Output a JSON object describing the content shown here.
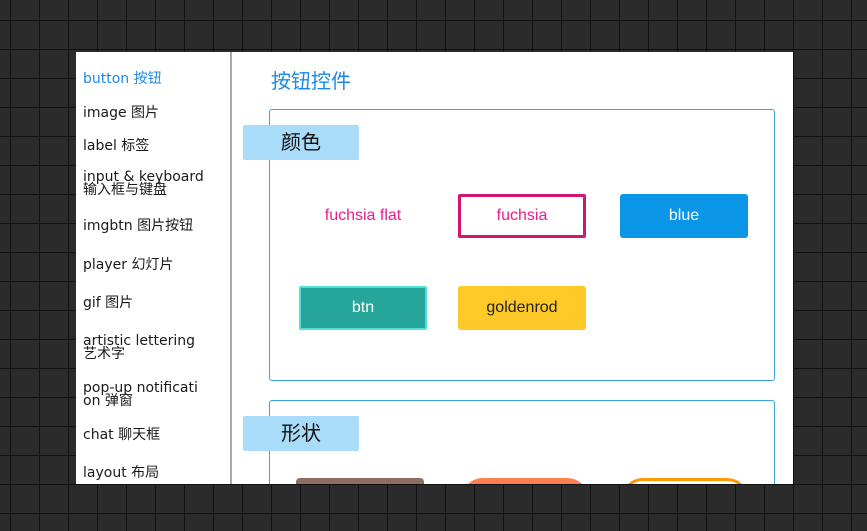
{
  "sidebar": {
    "items": [
      {
        "label_lines": [
          "button 按钮"
        ]
      },
      {
        "label_lines": [
          "image 图片"
        ]
      },
      {
        "label_lines": [
          "label 标签"
        ]
      },
      {
        "label_lines": [
          "input & keyboard",
          "输入框与键盘"
        ]
      },
      {
        "label_lines": [
          "imgbtn 图片按钮"
        ]
      },
      {
        "label_lines": [
          "player 幻灯片"
        ]
      },
      {
        "label_lines": [
          "gif 图片"
        ]
      },
      {
        "label_lines": [
          "artistic lettering",
          "艺术字"
        ]
      },
      {
        "label_lines": [
          "pop-up notificati",
          "on 弹窗"
        ]
      },
      {
        "label_lines": [
          "chat 聊天框"
        ]
      },
      {
        "label_lines": [
          "layout 布局"
        ]
      }
    ],
    "active_index": 0
  },
  "main": {
    "title": "按钮控件",
    "sections": {
      "colors": {
        "label": "颜色",
        "buttons": {
          "fuchsia_flat": "fuchsia flat",
          "fuchsia": "fuchsia",
          "blue": "blue",
          "btn": "btn",
          "goldenrod": "goldenrod"
        }
      },
      "shapes": {
        "label": "形状"
      }
    }
  },
  "colors": {
    "accent": "#1e88e5",
    "fuchsia": "#e91e8c",
    "blue": "#0a95e6",
    "teal": "#26a69a",
    "goldenrod": "#ffca28",
    "brown": "#8d6e63",
    "coral": "#ff7f50",
    "orange": "#ff9800",
    "panel_border": "#3aa3df",
    "tag_bg": "#a9dcf8"
  }
}
